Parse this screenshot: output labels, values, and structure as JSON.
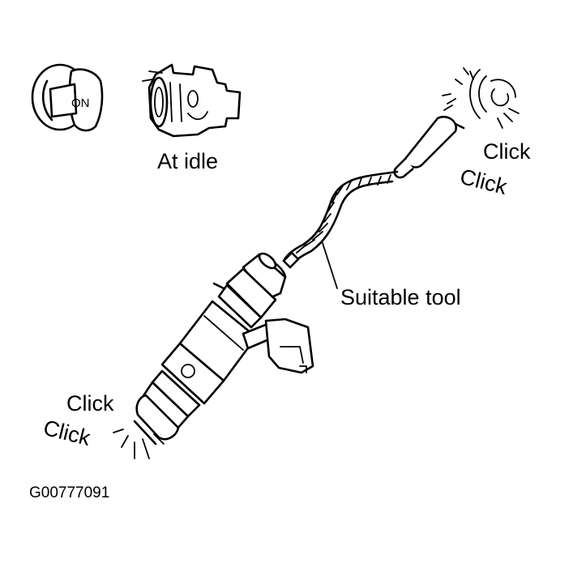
{
  "labels": {
    "key_switch": "ON",
    "engine_state": "At idle",
    "click_top_1": "Click",
    "click_top_2": "Click",
    "tool": "Suitable tool",
    "click_bottom_1": "Click",
    "click_bottom_2": "Click",
    "figure_code": "G00777091"
  },
  "icons": [
    "ignition-key-icon",
    "engine-icon",
    "stethoscope-tool-icon",
    "fuel-injector-icon",
    "sound-wave-icon"
  ],
  "colors": {
    "line": "#000000",
    "background": "#ffffff"
  }
}
